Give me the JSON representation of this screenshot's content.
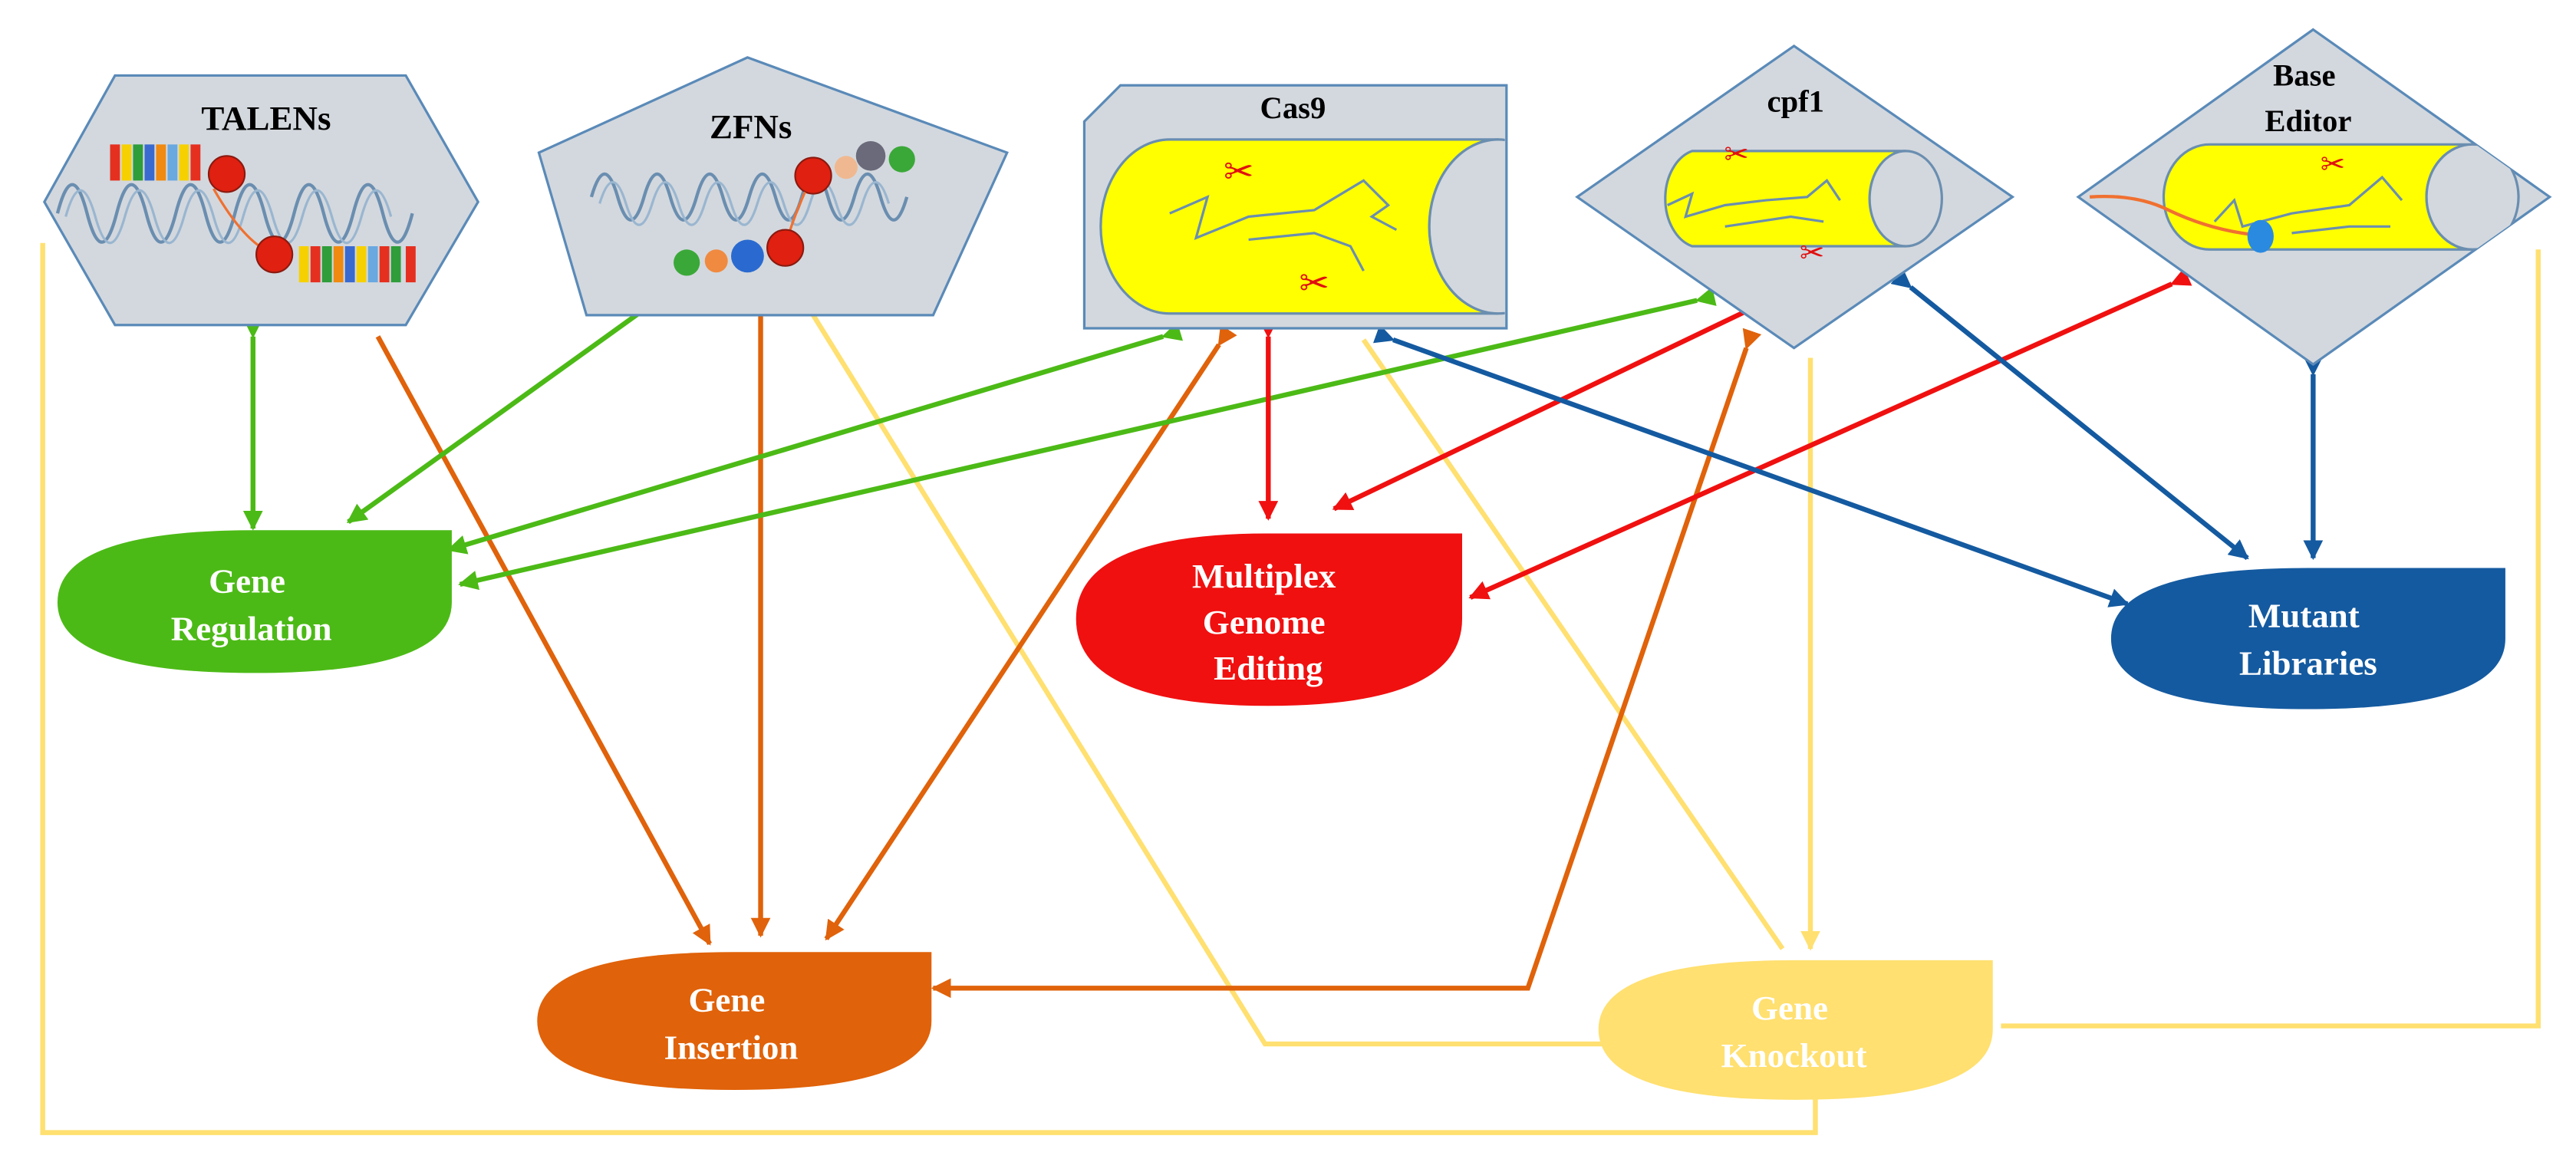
{
  "tools": {
    "talens": "TALENs",
    "zfns": "ZFNs",
    "cas9": "Cas9",
    "cpf1": "cpf1",
    "base_editor": [
      "Base",
      "Editor"
    ]
  },
  "applications": {
    "gene_regulation": [
      "Gene",
      "Regulation"
    ],
    "multiplex_editing": [
      "Multiplex",
      "Genome",
      "Editing"
    ],
    "mutant_libraries": [
      "Mutant",
      "Libraries"
    ],
    "gene_insertion": [
      "Gene",
      "Insertion"
    ],
    "gene_knockout": [
      "Gene",
      "Knockout"
    ]
  },
  "colors": {
    "regulation": "#4cba16",
    "multiplex": "#f01010",
    "libraries": "#145aa0",
    "insertion": "#e0620a",
    "knockout": "#ffe070",
    "tool_fill": "#d3d8de",
    "tool_stroke": "#5a8ab8",
    "cylinder": "#ffff00"
  }
}
